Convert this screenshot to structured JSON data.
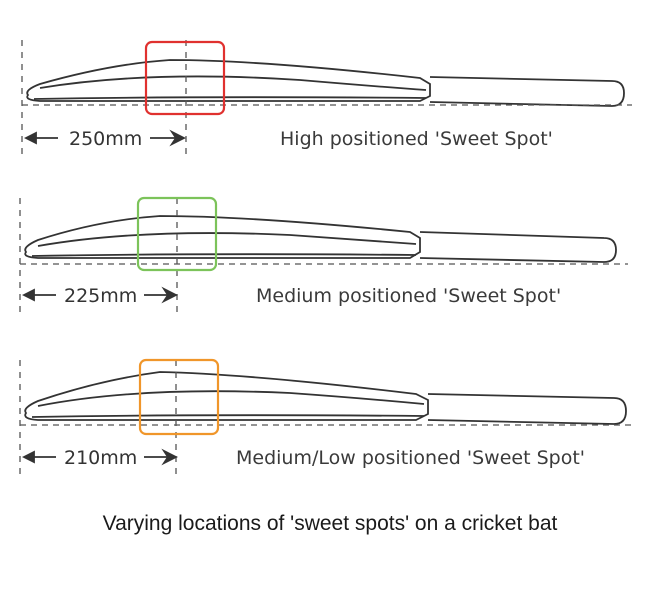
{
  "diagrams": [
    {
      "distance_label": "250mm",
      "position_label": "High positioned 'Sweet Spot'",
      "box_color": "#e0312f"
    },
    {
      "distance_label": "225mm",
      "position_label": "Medium positioned 'Sweet Spot'",
      "box_color": "#7cc35a"
    },
    {
      "distance_label": "210mm",
      "position_label": "Medium/Low positioned 'Sweet Spot'",
      "box_color": "#f0962a"
    }
  ],
  "caption": "Varying locations of 'sweet spots' on a cricket bat",
  "colors": {
    "outline": "#333333",
    "guide": "#555555"
  }
}
